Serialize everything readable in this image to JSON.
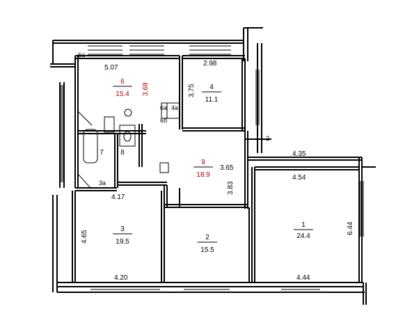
{
  "plan": {
    "rooms": [
      {
        "id": "1",
        "area": "24.4"
      },
      {
        "id": "2",
        "area": "15.5"
      },
      {
        "id": "3",
        "area": "19.5"
      },
      {
        "id": "4",
        "area": "11.1"
      },
      {
        "id": "6",
        "area": "15.4"
      },
      {
        "id": "7",
        "area": ""
      },
      {
        "id": "8",
        "area": ""
      },
      {
        "id": "9",
        "area": "18.9"
      }
    ],
    "small_labels": {
      "r6a": "6a",
      "r6b": "6б",
      "r4a": "4a",
      "r6a_top": "6а",
      "r3a": "3a"
    },
    "dimensions": {
      "d_507": "5.07",
      "d_369": "3.69",
      "d_298": "2.98",
      "d_375": "3.75",
      "d_435": "4.35",
      "d_454": "4.54",
      "d_365": "3.65",
      "d_383": "3.83",
      "d_417": "4.17",
      "d_465": "4.65",
      "d_420": "4.20",
      "d_444": "4.44",
      "d_644": "6.44",
      "d_2": "2"
    },
    "colors": {
      "wall": "#000000",
      "accent_text": "#b00000"
    }
  }
}
